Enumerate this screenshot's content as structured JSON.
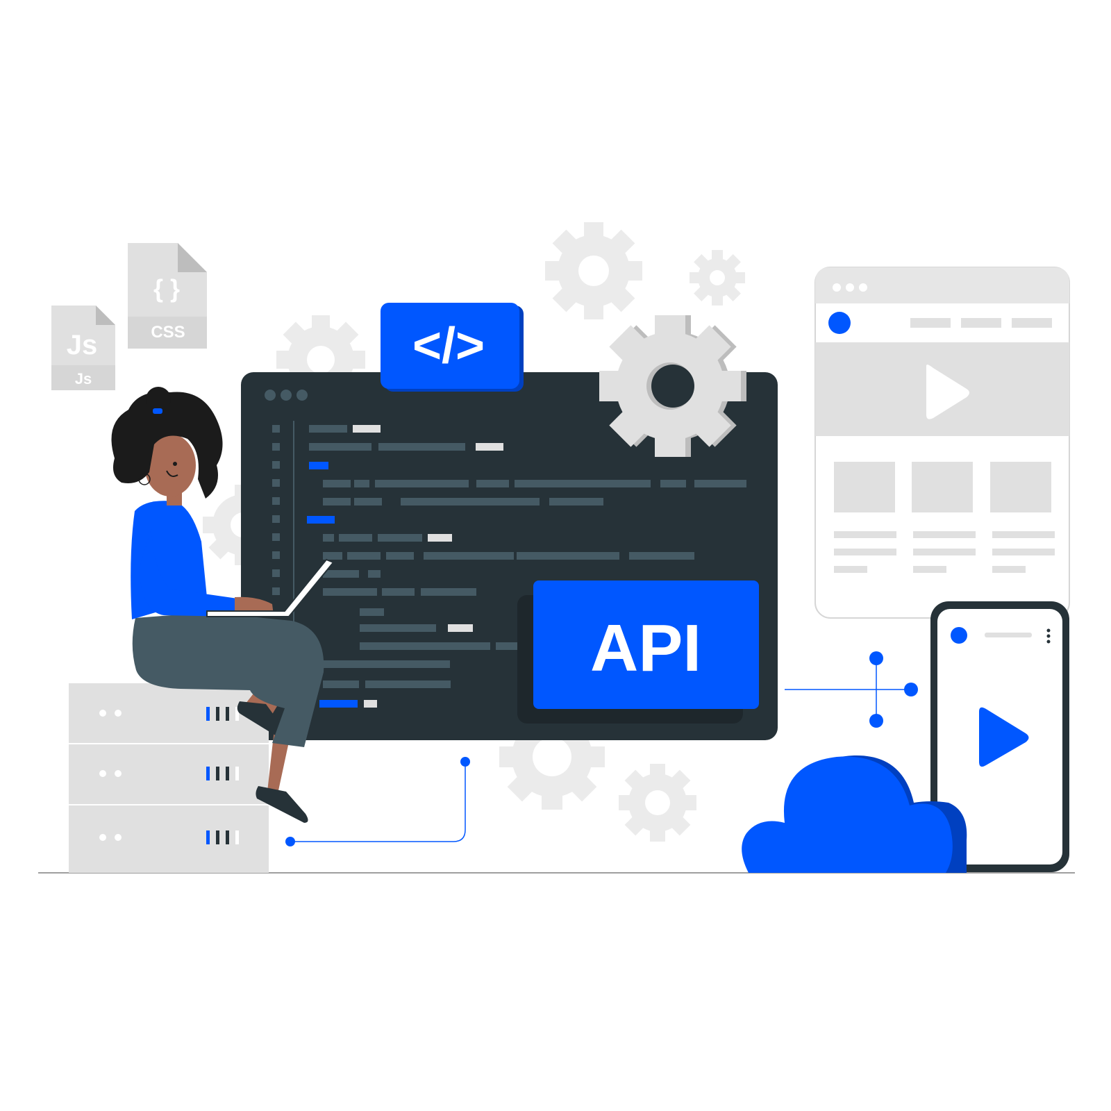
{
  "labels": {
    "code_tag": "</>",
    "api": "API",
    "js_file_glyph": "Js",
    "js_file_label": "Js",
    "css_file_glyph": "{ }",
    "css_file_label": "CSS"
  },
  "icons": {
    "code": "code-brackets-icon",
    "play": "play-icon",
    "gear": "gear-icon",
    "cloud": "cloud-icon",
    "kebab": "kebab-menu-icon"
  },
  "colors": {
    "brand_blue": "#0057FF",
    "dark_blue": "#0040C0",
    "editor_bg": "#263238",
    "code_line": "#455A64",
    "code_highlight": "#E0E0E0",
    "light_gray": "#E0E0E0",
    "mid_gray": "#BDBDBD",
    "skin": "#A86B55",
    "hair": "#1B1B1B",
    "pants": "#455A64"
  }
}
